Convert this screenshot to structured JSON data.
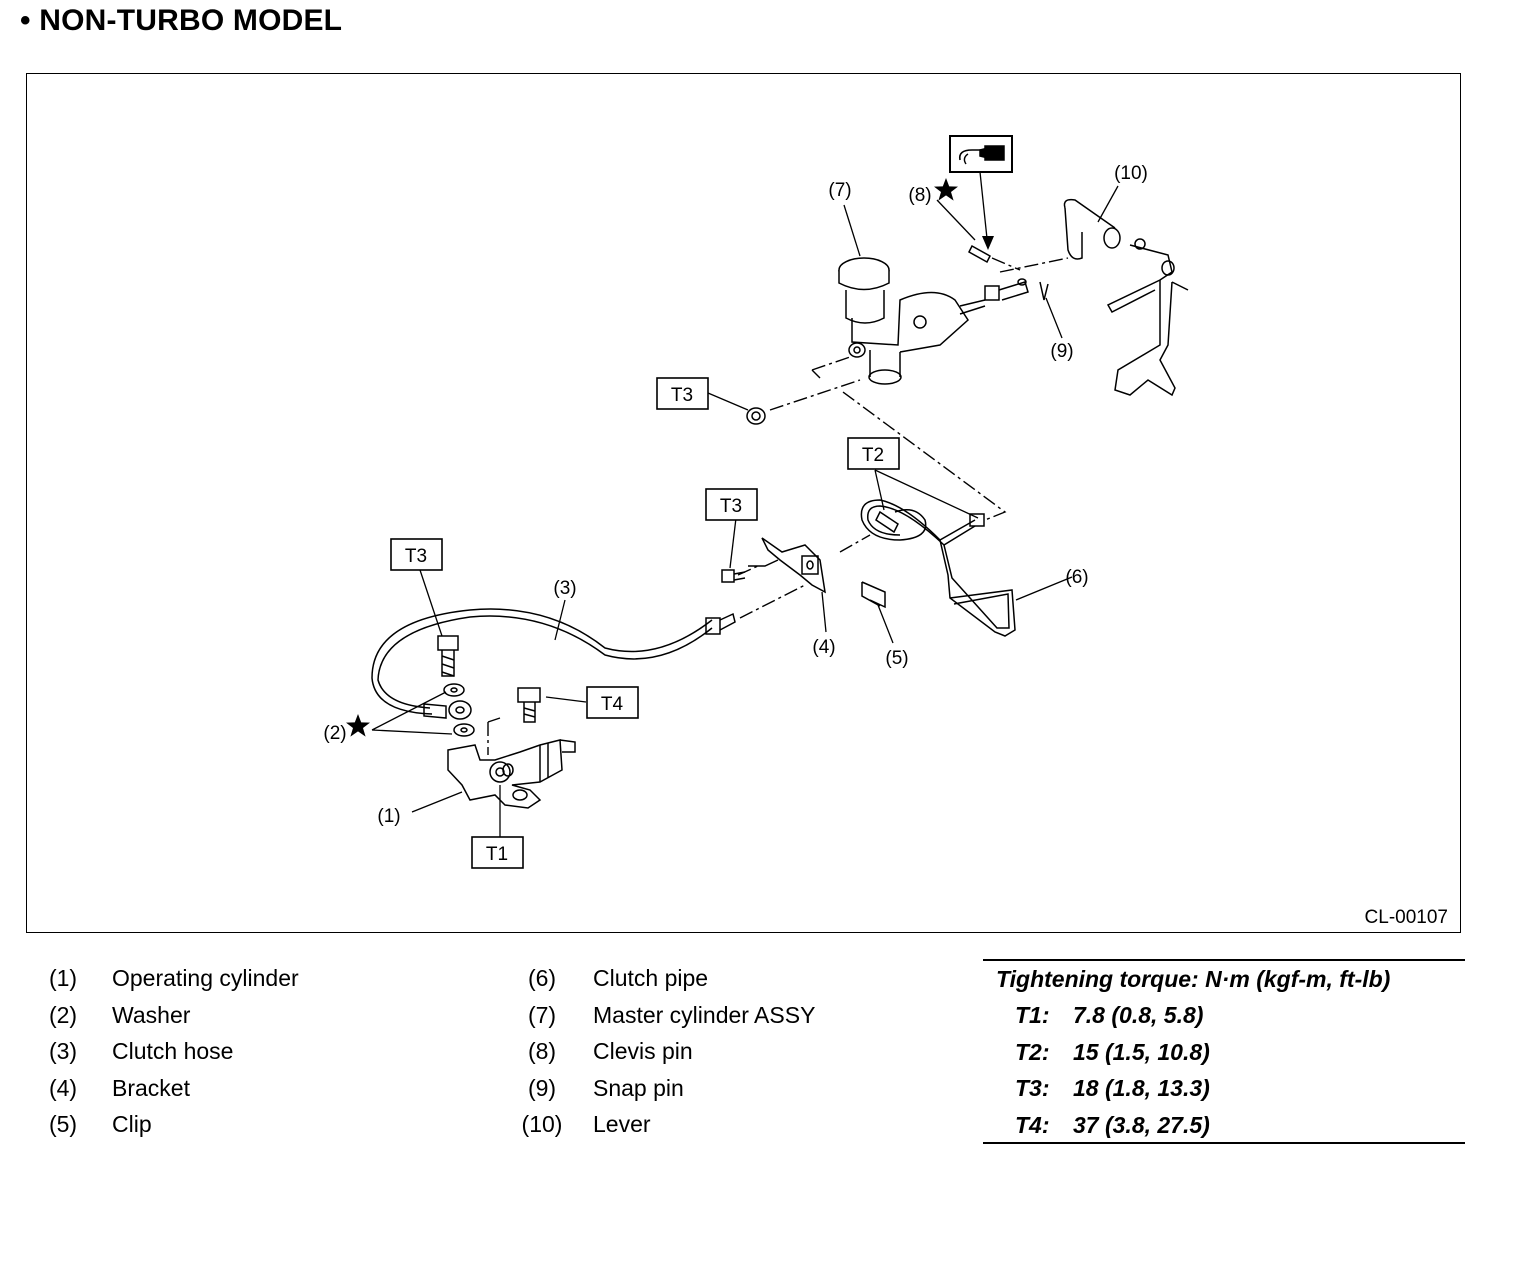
{
  "title": "• NON-TURBO MODEL",
  "figure_code": "CL-00107",
  "callouts": {
    "c1": "(1)",
    "c2": "(2)",
    "c3": "(3)",
    "c4": "(4)",
    "c5": "(5)",
    "c6": "(6)",
    "c7": "(7)",
    "c8": "(8)",
    "c9": "(9)",
    "c10": "(10)"
  },
  "torque_tags": {
    "t1": "T1",
    "t2": "T2",
    "t3a": "T3",
    "t3b": "T3",
    "t3c": "T3",
    "t4": "T4"
  },
  "legend": [
    {
      "num": "(1)",
      "name": "Operating cylinder"
    },
    {
      "num": "(2)",
      "name": "Washer"
    },
    {
      "num": "(3)",
      "name": "Clutch hose"
    },
    {
      "num": "(4)",
      "name": "Bracket"
    },
    {
      "num": "(5)",
      "name": "Clip"
    },
    {
      "num": "(6)",
      "name": "Clutch pipe"
    },
    {
      "num": "(7)",
      "name": "Master cylinder ASSY"
    },
    {
      "num": "(8)",
      "name": "Clevis pin"
    },
    {
      "num": "(9)",
      "name": "Snap pin"
    },
    {
      "num": "(10)",
      "name": "Lever"
    }
  ],
  "torque": {
    "heading": "Tightening torque: N·m (kgf-m, ft-lb)",
    "rows": [
      {
        "key": "T1:",
        "value": "7.8 (0.8, 5.8)"
      },
      {
        "key": "T2:",
        "value": "15 (1.5, 10.8)"
      },
      {
        "key": "T3:",
        "value": "18 (1.8, 13.3)"
      },
      {
        "key": "T4:",
        "value": "37 (3.8, 27.5)"
      }
    ]
  },
  "icons": {
    "grease_symbol": "grease-application-icon",
    "star_symbol": "replace-part-star-icon"
  }
}
